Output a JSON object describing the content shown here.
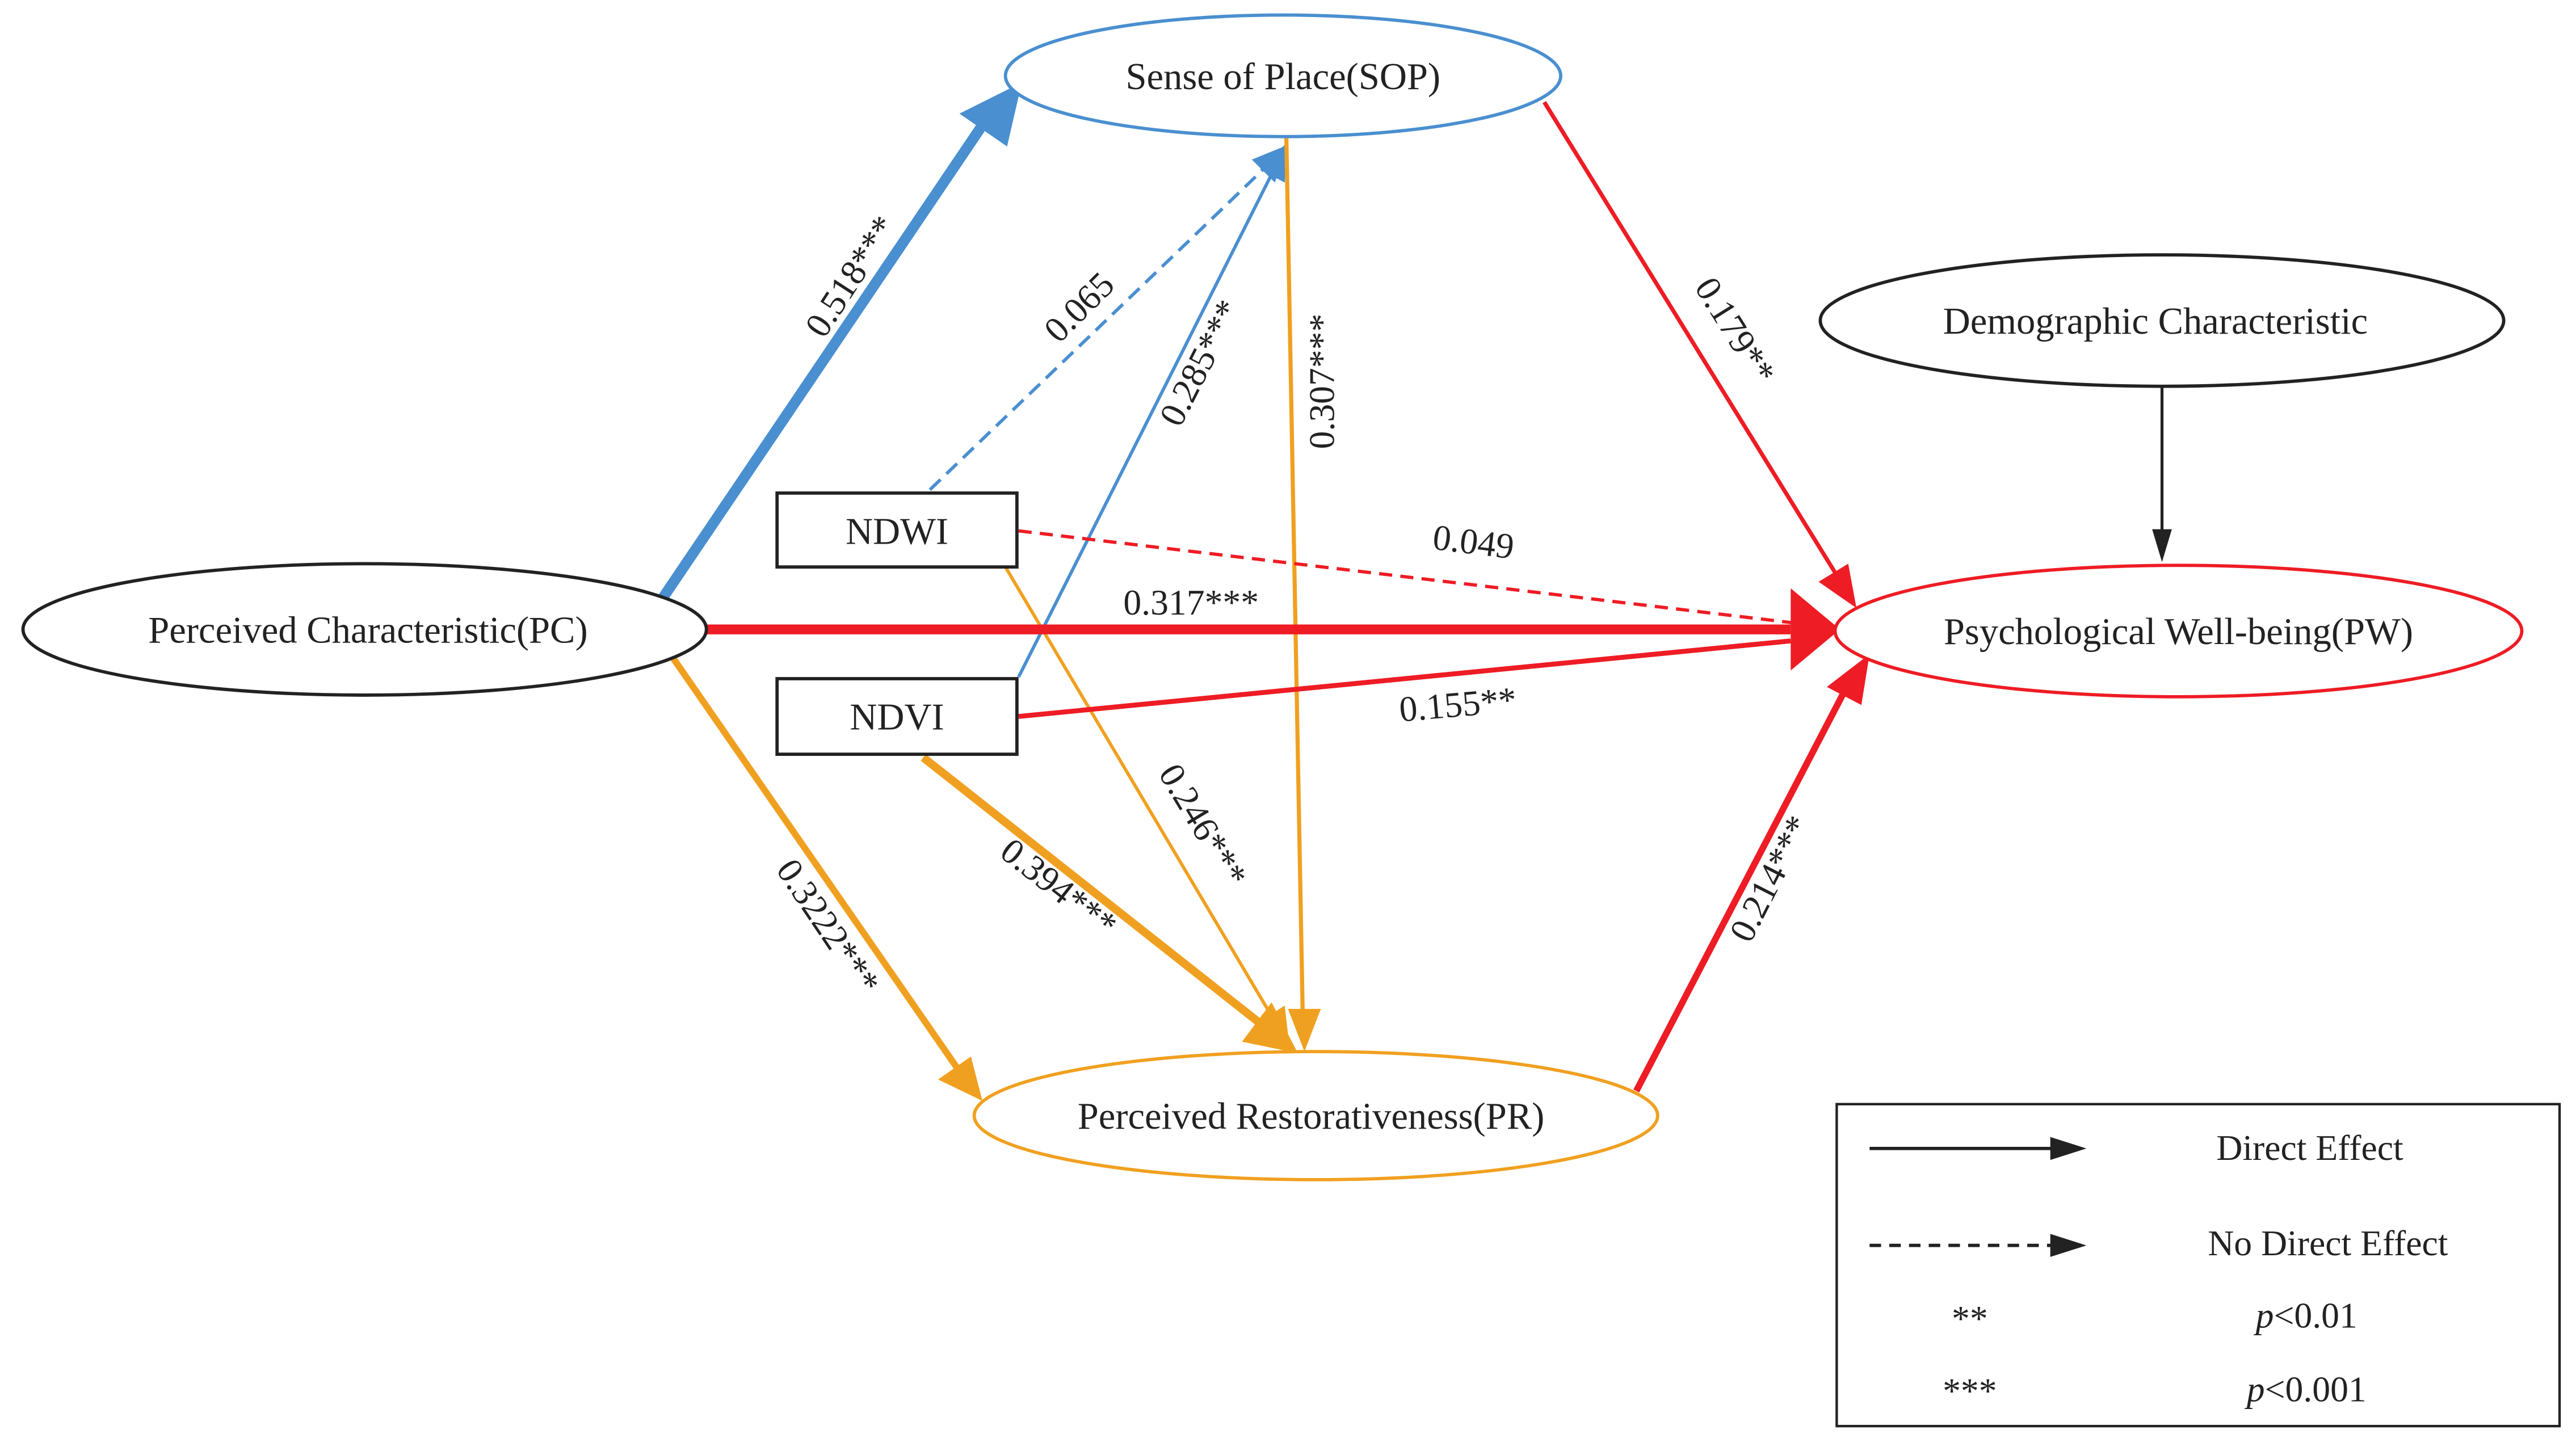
{
  "nodes": {
    "pc": "Perceived Characteristic(PC)",
    "sop": "Sense of Place(SOP)",
    "pr": "Perceived Restorativeness(PR)",
    "pw": "Psychological Well-being(PW)",
    "dc": "Demographic Characteristic",
    "ndwi": "NDWI",
    "ndvi": "NDVI"
  },
  "paths": {
    "pc_sop": "0.518***",
    "ndwi_sop": "0.065",
    "ndvi_sop": "0.285***",
    "sop_pr": "0.307***",
    "sop_pw": "0.179**",
    "ndwi_pw": "0.049",
    "pc_pw": "0.317***",
    "ndvi_pw": "0.155**",
    "ndwi_pr": "0.246***",
    "ndvi_pr": "0.394***",
    "pc_pr": "0.3222***",
    "pr_pw": "0.214***"
  },
  "legend": {
    "direct": "Direct Effect",
    "no_direct": "No Direct Effect",
    "sig2": "**",
    "sig2_desc_p": "p",
    "sig2_desc_rest": "<0.01",
    "sig3": "***",
    "sig3_desc_p": "p",
    "sig3_desc_rest": "<0.001"
  },
  "colors": {
    "blue": "#4a8fd0",
    "orange": "#f0a020",
    "red": "#ee1c24",
    "black": "#222222"
  }
}
